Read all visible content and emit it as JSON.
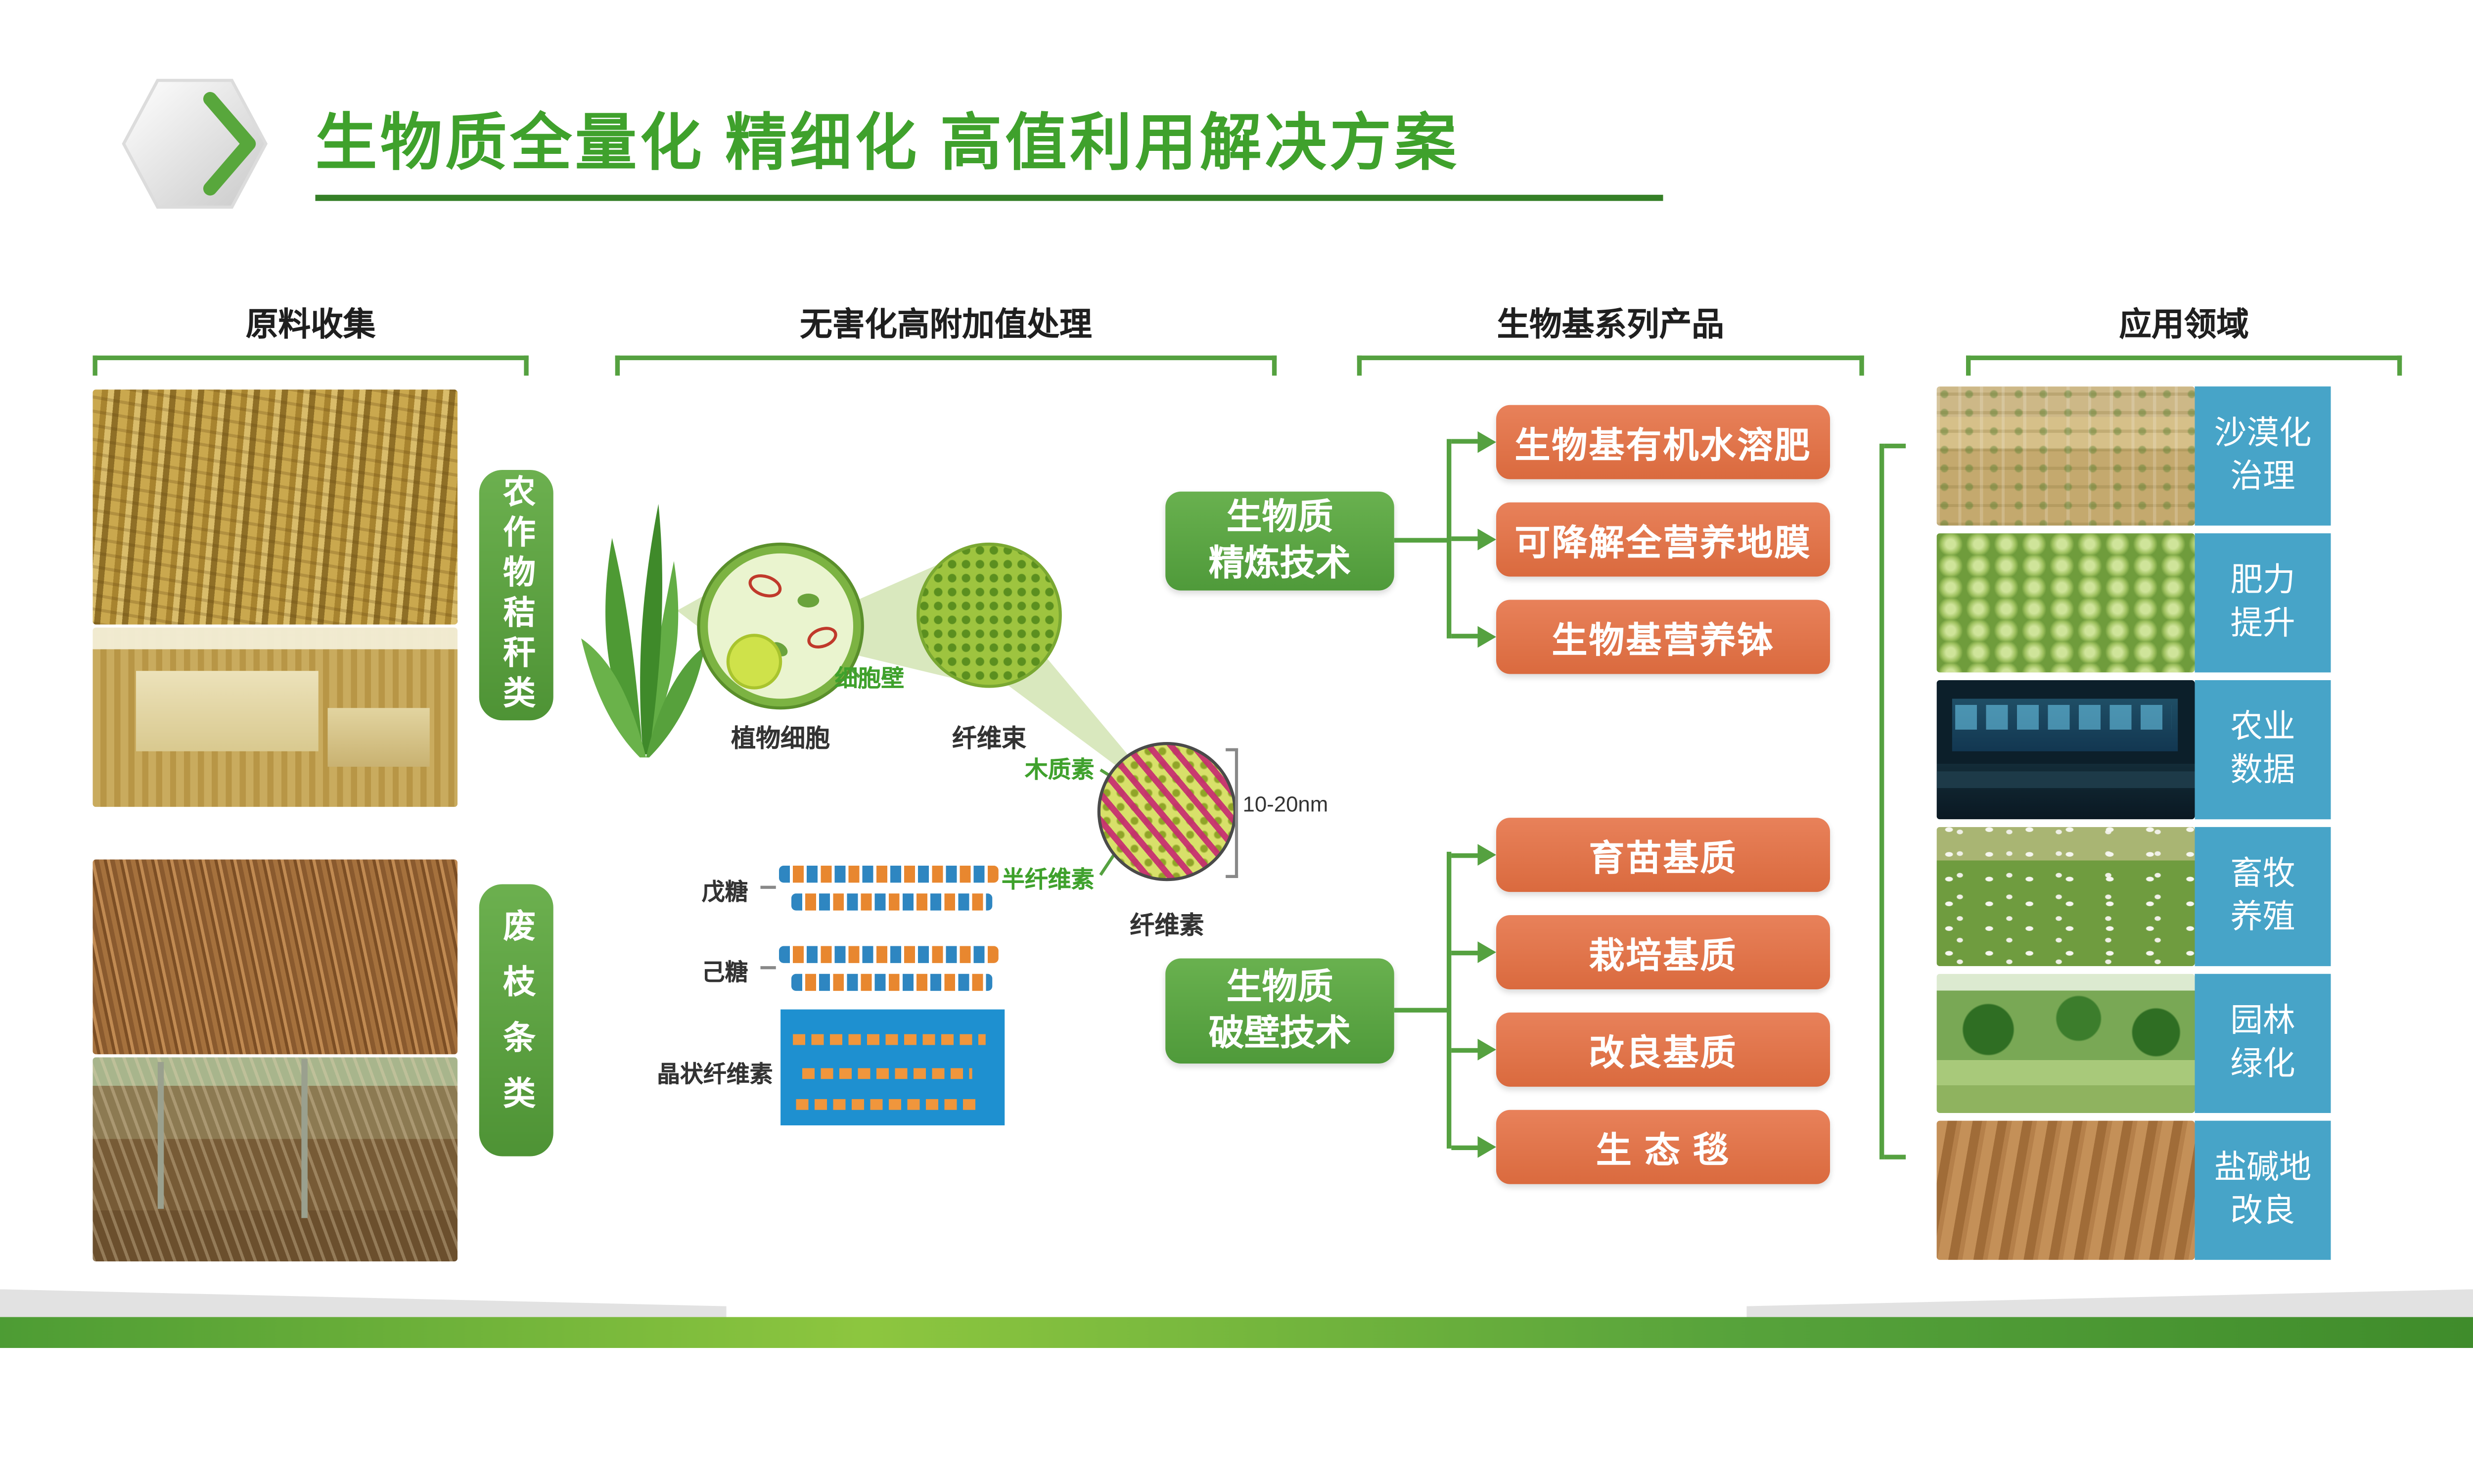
{
  "header": {
    "title": "生物质全量化 精细化 高值利用解决方案"
  },
  "sections": [
    {
      "label": "原料收集"
    },
    {
      "label": "无害化高附加值处理"
    },
    {
      "label": "生物基系列产品"
    },
    {
      "label": "应用领域"
    }
  ],
  "materials": {
    "groups": [
      {
        "label": "农作物秸秆类"
      },
      {
        "label": "废枝条类"
      }
    ]
  },
  "processing": {
    "plant_cell_label": "植物细胞",
    "cell_wall_label": "细胞壁",
    "fiber_bundle_label": "纤维束",
    "lignin_label": "木质素",
    "hemicellulose_label": "半纤维素",
    "cellulose_label": "纤维素",
    "scale_label": "10-20nm",
    "pentose_label": "戊糖",
    "hexose_label": "己糖",
    "crystalline_label": "晶状纤维素"
  },
  "technologies": [
    {
      "line1": "生物质",
      "line2": "精炼技术",
      "products": [
        "生物基有机水溶肥",
        "可降解全营养地膜",
        "生物基营养钵"
      ]
    },
    {
      "line1": "生物质",
      "line2": "破壁技术",
      "products": [
        "育苗基质",
        "栽培基质",
        "改良基质",
        "生 态 毯"
      ]
    }
  ],
  "applications": [
    {
      "line1": "沙漠化",
      "line2": "治理"
    },
    {
      "line1": "肥力",
      "line2": "提升"
    },
    {
      "line1": "农业",
      "line2": "数据"
    },
    {
      "line1": "畜牧",
      "line2": "养殖"
    },
    {
      "line1": "园林",
      "line2": "绿化"
    },
    {
      "line1": "盐碱地",
      "line2": "改良"
    }
  ],
  "colors": {
    "title_green": "#3fa12c",
    "connector_green": "#55a140",
    "product_orange": "#e0714a",
    "application_blue": "#47a4c8",
    "underline_dark_green": "#357f27"
  }
}
